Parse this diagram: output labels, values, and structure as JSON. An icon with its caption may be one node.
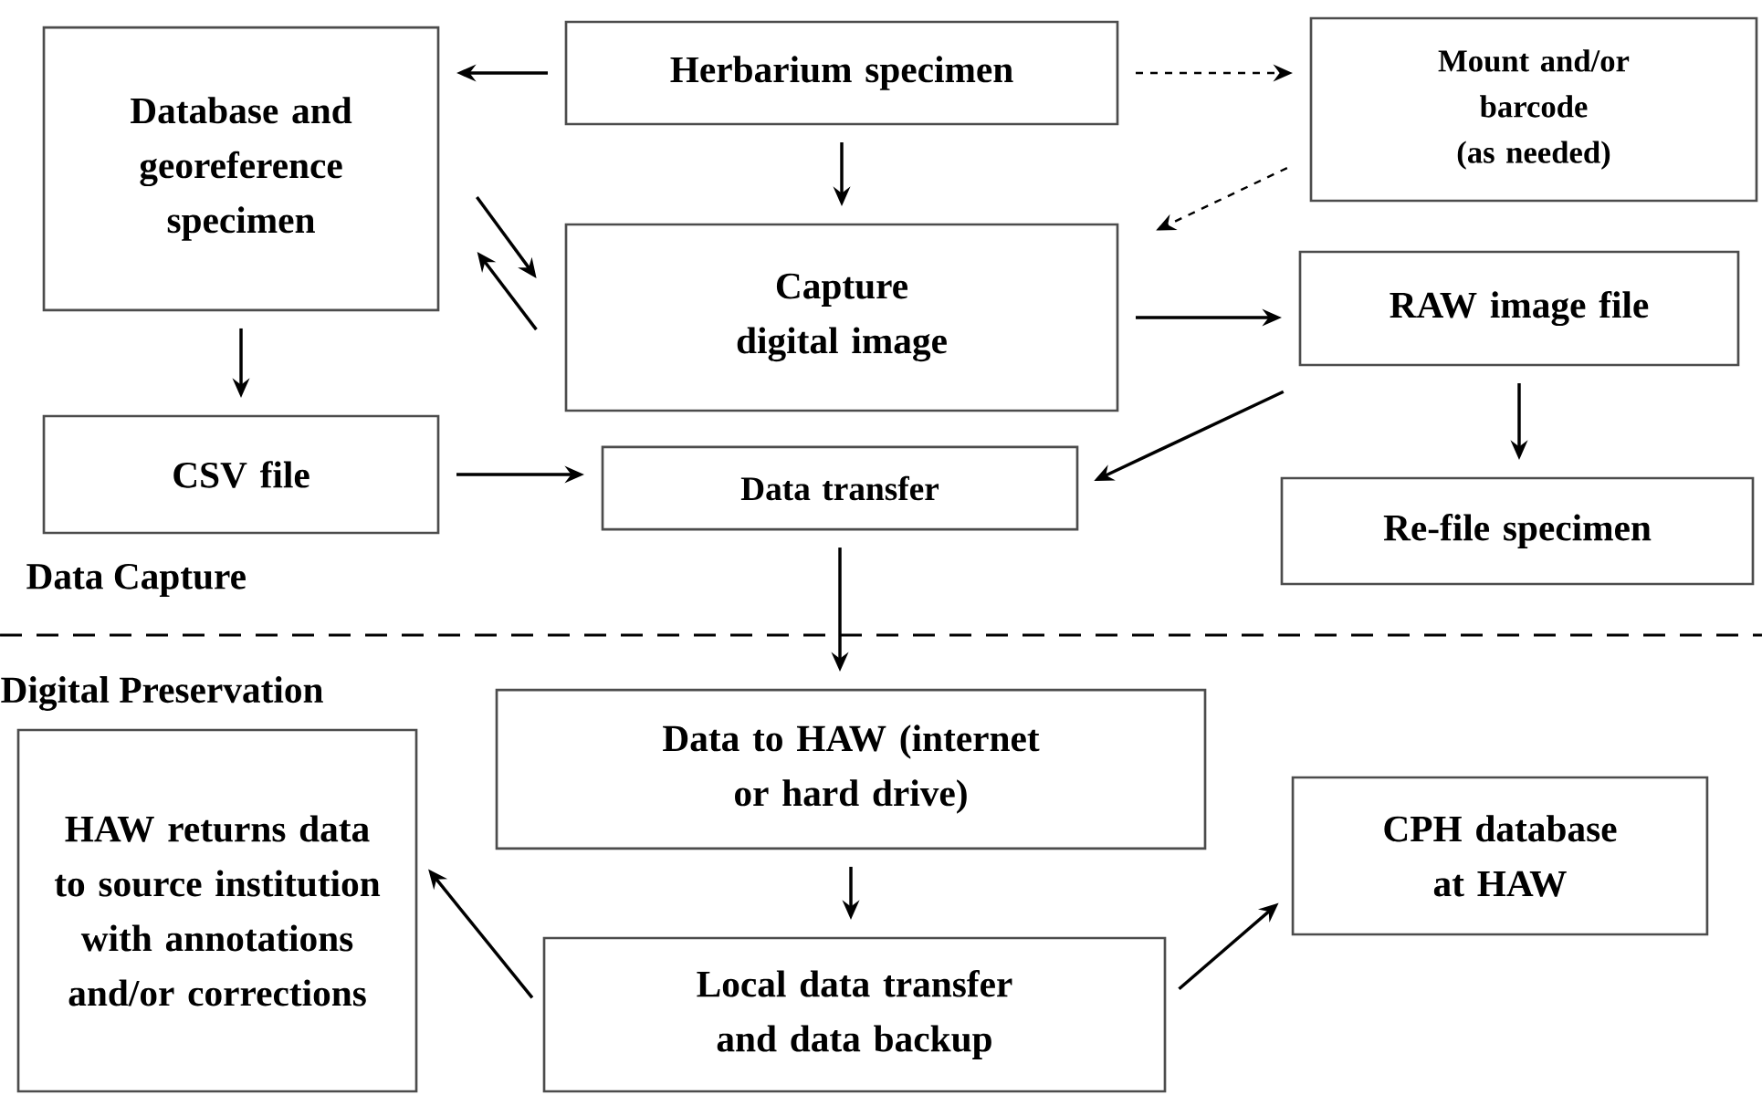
{
  "diagram": {
    "nodes": [
      {
        "text": [
          "Herbarium specimen"
        ]
      },
      {
        "text": [
          "Database and georeference specimen"
        ]
      },
      {
        "text": [
          "Mount and/or barcode (as needed)"
        ]
      },
      {
        "text": [
          "Capture digital image"
        ]
      },
      {
        "text": [
          "RAW image file"
        ]
      },
      {
        "text": [
          "CSV file"
        ]
      },
      {
        "text": [
          "Data transfer"
        ]
      },
      {
        "text": [
          "Re-file specimen"
        ]
      },
      {
        "text": [
          "Data to HAW (internet or hard drive)"
        ]
      },
      {
        "text": [
          "HAW returns data to source institution with annotations and/or corrections"
        ]
      },
      {
        "text": [
          "CPH database at HAW"
        ]
      },
      {
        "text": [
          "Local data transfer and data backup"
        ]
      }
    ],
    "edges": [
      {
        "from": 0,
        "to": 1,
        "arrow": "to"
      },
      {
        "from": 0,
        "to": 2,
        "arrow": "to",
        "style": "dashed"
      },
      {
        "from": 0,
        "to": 3,
        "arrow": "to"
      },
      {
        "from": 1,
        "to": 3,
        "arrow": "to"
      },
      {
        "from": 3,
        "to": 1,
        "arrow": "to"
      },
      {
        "from": 2,
        "to": 3,
        "arrow": "to",
        "style": "dashed"
      },
      {
        "from": 3,
        "to": 4,
        "arrow": "to"
      },
      {
        "from": 1,
        "to": 5,
        "arrow": "to"
      },
      {
        "from": 5,
        "to": 6,
        "arrow": "to"
      },
      {
        "from": 4,
        "to": 6,
        "arrow": "to"
      },
      {
        "from": 4,
        "to": 7,
        "arrow": "to"
      },
      {
        "from": 6,
        "to": 8,
        "arrow": "to"
      },
      {
        "from": 8,
        "to": 11,
        "arrow": "to"
      },
      {
        "from": 11,
        "to": 9,
        "arrow": "to"
      },
      {
        "from": 11,
        "to": 10,
        "arrow": "to"
      }
    ],
    "labels": [
      "Data Capture",
      "Digital Preservation"
    ]
  }
}
